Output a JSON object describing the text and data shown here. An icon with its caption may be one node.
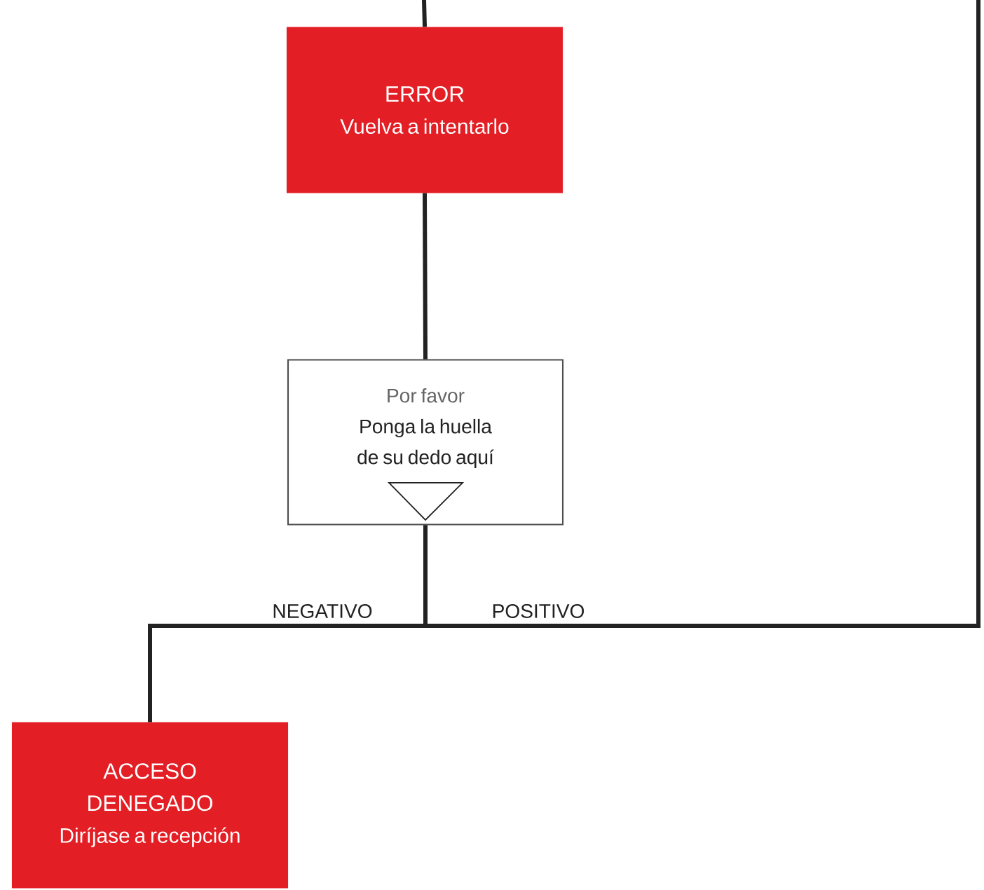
{
  "diagram": {
    "nodes": [
      {
        "text": [
          "ERROR",
          "Vuelva a intentarlo"
        ]
      },
      {
        "text": [
          "Por favor",
          "Ponga la huella de su dedo aquí"
        ]
      },
      {
        "text": [
          "ACCESO DENEGADO",
          "Diríjase a recepción"
        ]
      }
    ],
    "edges": [
      {
        "from": null,
        "to": 0,
        "arrow": "none"
      },
      {
        "from": 0,
        "to": 1,
        "arrow": "none"
      },
      {
        "from": 1,
        "to": 2,
        "arrow": "none",
        "label": "NEGATIVO"
      },
      {
        "from": 1,
        "to": null,
        "arrow": "none",
        "label": "POSITIVO"
      }
    ]
  }
}
